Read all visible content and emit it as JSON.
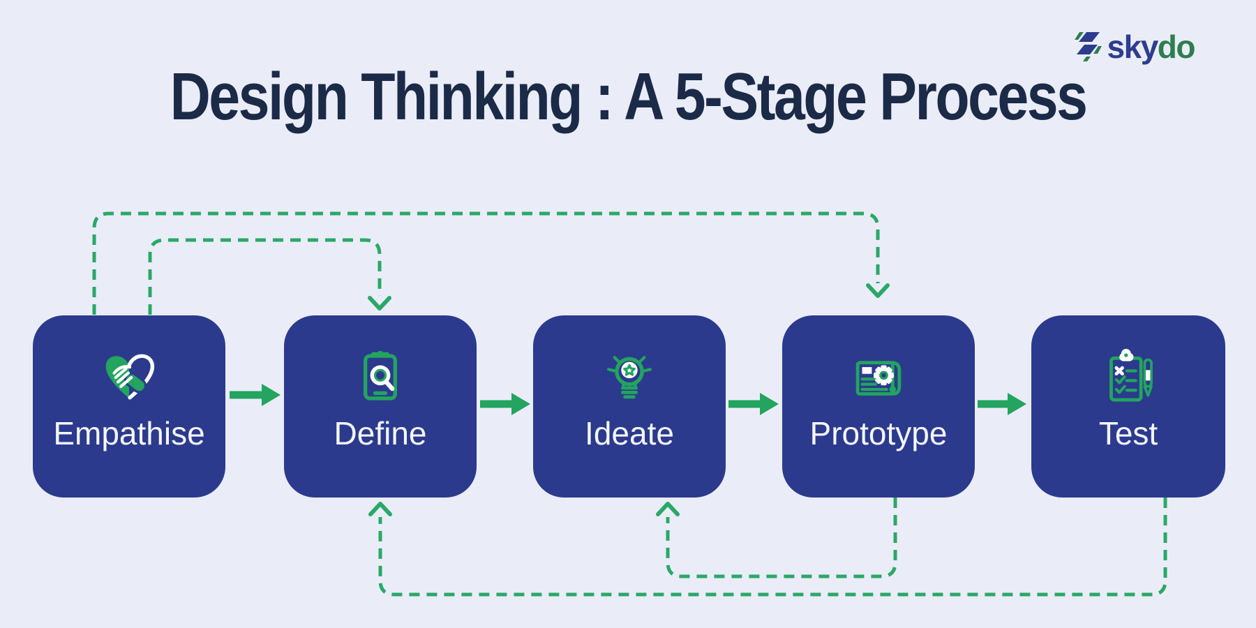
{
  "theme": {
    "background": "#EAEDF8",
    "box_blue": "#2B3A8D",
    "title_navy": "#1B2A47",
    "green": "#23A45F",
    "dashed_green": "#2AA867",
    "label_white": "#F4F6FA",
    "logo_navy": "#2D3C8E",
    "logo_green": "#2E7D4F",
    "icon_white": "#FFFFFF"
  },
  "logo": {
    "brand_primary": "sky",
    "brand_secondary": "do",
    "icon": "skydo-flash-icon"
  },
  "title": "Design Thinking : A 5-Stage Process",
  "stages": [
    {
      "label": "Empathise",
      "icon": "heart-handshake-icon"
    },
    {
      "label": "Define",
      "icon": "clipboard-magnifier-icon"
    },
    {
      "label": "Ideate",
      "icon": "lightbulb-idea-icon"
    },
    {
      "label": "Prototype",
      "icon": "blueprint-gear-icon"
    },
    {
      "label": "Test",
      "icon": "checklist-pen-icon"
    }
  ],
  "flow": {
    "solid_arrows": [
      {
        "from": "Empathise",
        "to": "Define"
      },
      {
        "from": "Define",
        "to": "Ideate"
      },
      {
        "from": "Ideate",
        "to": "Prototype"
      },
      {
        "from": "Prototype",
        "to": "Test"
      }
    ],
    "dashed_loops": [
      {
        "from": "Empathise",
        "to": "Define",
        "route": "top"
      },
      {
        "from": "Empathise",
        "to": "Prototype",
        "route": "top"
      },
      {
        "from": "Prototype",
        "to": "Ideate",
        "route": "bottom"
      },
      {
        "from": "Test",
        "to": "Define",
        "route": "bottom"
      }
    ]
  }
}
